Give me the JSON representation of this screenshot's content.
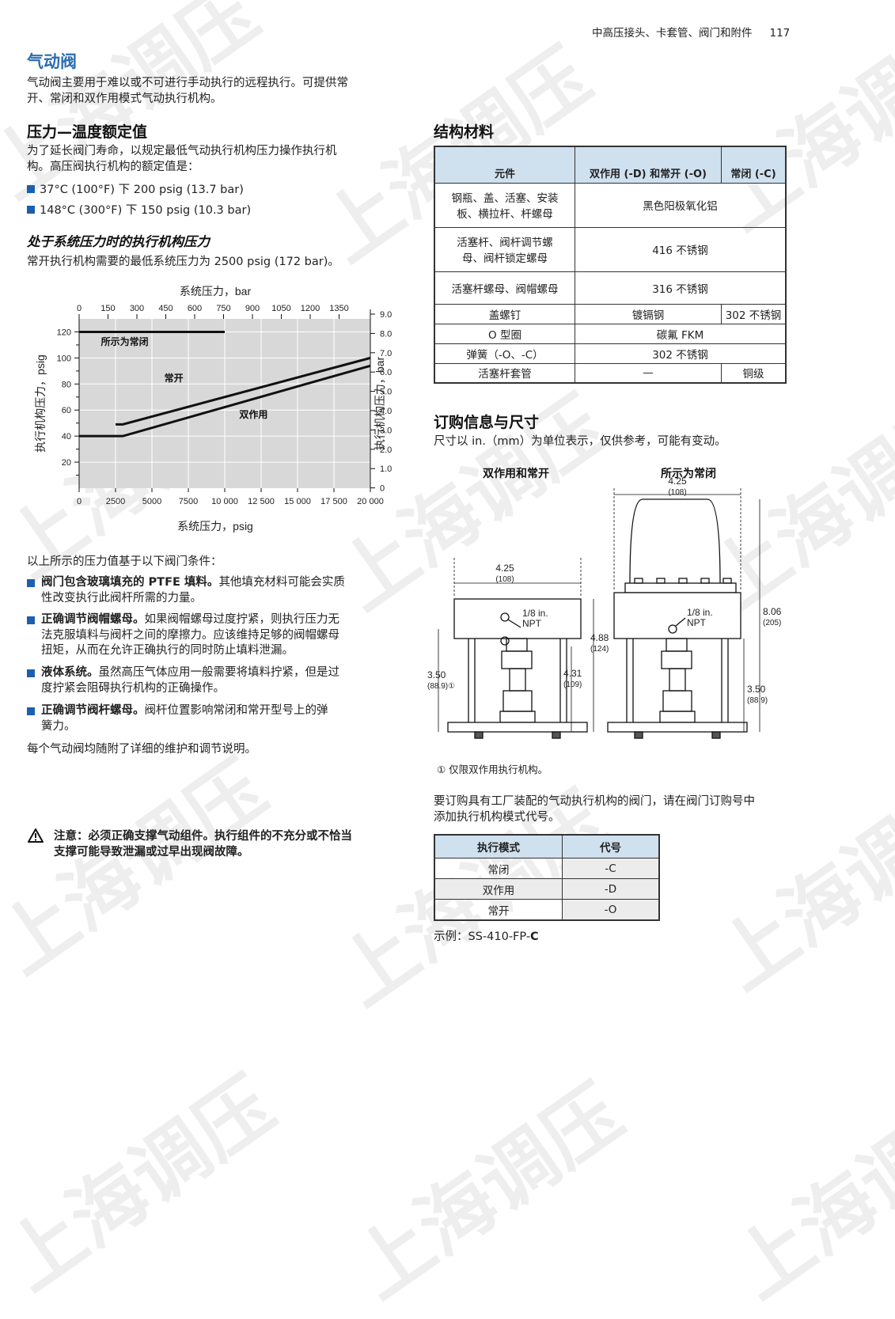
{
  "header": {
    "section": "中高压接头、卡套管、阀门和附件",
    "page": "117"
  },
  "title": "气动阀",
  "intro": [
    "气动阀主要用于难以或不可进行手动执行的远程执行。可提供常",
    "开、常闭和双作用模式气动执行机构。"
  ],
  "pressure_temp": {
    "heading": "压力—温度额定值",
    "text": [
      "为了延长阀门寿命，以规定最低气动执行机构压力操作执行机",
      "构。高压阀执行机构的额定值是："
    ],
    "bullets": [
      "37°C (100°F) 下 200 psig (13.7 bar)",
      "148°C (300°F) 下 150 psig (10.3 bar)"
    ]
  },
  "actuator_pressure": {
    "heading": "处于系统压力时的执行机构压力",
    "text": "常开执行机构需要的最低系统压力为 2500 psig (172 bar)。"
  },
  "chart_data": {
    "type": "line",
    "title": "",
    "top_axis_label": "系统压力，bar",
    "top_ticks": [
      "0",
      "150",
      "300",
      "450",
      "600",
      "750",
      "900",
      "1050",
      "1200",
      "1350"
    ],
    "bottom_axis_label": "系统压力，psig",
    "bottom_ticks": [
      "0",
      "2500",
      "5000",
      "7500",
      "10 000",
      "12 500",
      "15 000",
      "17 500",
      "20 000"
    ],
    "left_axis_label": "执行机构压力，psig",
    "left_ticks": [
      "120",
      "100",
      "80",
      "60",
      "40",
      "20"
    ],
    "right_axis_label": "执行机构压力，bar",
    "right_ticks": [
      "9.0",
      "8.0",
      "7.0",
      "6.0",
      "5.0",
      "4.0",
      "3.0",
      "2.0",
      "1.0",
      "0"
    ],
    "xlim": [
      0,
      20000
    ],
    "ylim": [
      0,
      130
    ],
    "grid": true,
    "series": [
      {
        "name": "所示为常闭",
        "x": [
          0,
          10000
        ],
        "y": [
          120,
          120
        ]
      },
      {
        "name": "常开",
        "x": [
          2500,
          3000,
          20000
        ],
        "y": [
          49,
          49,
          100
        ]
      },
      {
        "name": "双作用",
        "x": [
          0,
          3000,
          20000
        ],
        "y": [
          40,
          40,
          94
        ]
      }
    ]
  },
  "conditions": {
    "lead": "以上所示的压力值基于以下阀门条件：",
    "items": [
      {
        "bold": "阀门包含玻璃填充的 PTFE 填料。",
        "rest": [
          "其他填充材料可能会实质",
          "性改变执行此阀杆所需的力量。"
        ]
      },
      {
        "bold": "正确调节阀帽螺母。",
        "rest": [
          "如果阀帽螺母过度拧紧，则执行压力无",
          "法克服填料与阀杆之间的摩擦力。应该维持足够的阀帽螺母",
          "扭矩，从而在允许正确执行的同时防止填料泄漏。"
        ]
      },
      {
        "bold": "液体系统。",
        "rest": [
          "虽然高压气体应用一般需要将填料拧紧，但是过",
          "度拧紧会阻碍执行机构的正确操作。"
        ]
      },
      {
        "bold": "正确调节阀杆螺母。",
        "rest": [
          "阀杆位置影响常闭和常开型号上的弹",
          "簧力。"
        ]
      }
    ],
    "footer": "每个气动阀均随附了详细的维护和调节说明。"
  },
  "caution": [
    "注意：必须正确支撑气动组件。执行组件的不充分或不恰当",
    "支撑可能导致泄漏或过早出现阀故障。"
  ],
  "materials": {
    "heading": "结构材料",
    "headers": [
      "元件",
      "双作用 (-D) 和常开 (-O)",
      "常闭 (-C)"
    ],
    "rows": [
      {
        "part": [
          "钢瓶、盖、活塞、安装",
          "板、横拉杆、杆螺母"
        ],
        "span": "黑色阳极氧化铝"
      },
      {
        "part": [
          "活塞杆、阀杆调节螺",
          "母、阀杆锁定螺母"
        ],
        "span": "416 不锈钢"
      },
      {
        "part": [
          "活塞杆螺母、阀帽螺母"
        ],
        "span": "316 不锈钢"
      },
      {
        "part": [
          "盖螺钉"
        ],
        "c1": "镀镉钢",
        "c2": "302 不锈钢"
      },
      {
        "part": [
          "O 型圈"
        ],
        "span": "碳氟 FKM"
      },
      {
        "part": [
          "弹簧（-O、-C）"
        ],
        "span": "302 不锈钢"
      },
      {
        "part": [
          "活塞杆套管"
        ],
        "c1": "—",
        "c2": "铜级"
      }
    ]
  },
  "ordering": {
    "heading": "订购信息与尺寸",
    "text": "尺寸以 in.（mm）为单位表示，仅供参考，可能有变动。",
    "drawing_left_title": "双作用和常开",
    "drawing_right_title": "所示为常闭",
    "dims": {
      "l_width": "4.25",
      "l_width_mm": "(108)",
      "r_width": "4.25",
      "r_width_mm": "(108)",
      "npt1": "1/8 in.",
      "npt2": "NPT",
      "h488": "4.88",
      "h488mm": "(124)",
      "h431": "4.31",
      "h431mm": "(109)",
      "h350": "3.50",
      "h350mm": "(88.9)①",
      "r350": "3.50",
      "r350mm": "(88.9)",
      "h806": "8.06",
      "h806mm": "(205)"
    },
    "footnote": "①  仅限双作用执行机构。",
    "instr": [
      "要订购具有工厂装配的气动执行机构的阀门，请在阀门订购号中",
      "添加执行机构模式代号。"
    ],
    "table_headers": [
      "执行模式",
      "代号"
    ],
    "table_rows": [
      [
        "常闭",
        "-C"
      ],
      [
        "双作用",
        "-D"
      ],
      [
        "常开",
        "-O"
      ]
    ],
    "example_prefix": "示例：SS-410-FP-",
    "example_suffix": "C"
  },
  "watermark": "上海调压"
}
